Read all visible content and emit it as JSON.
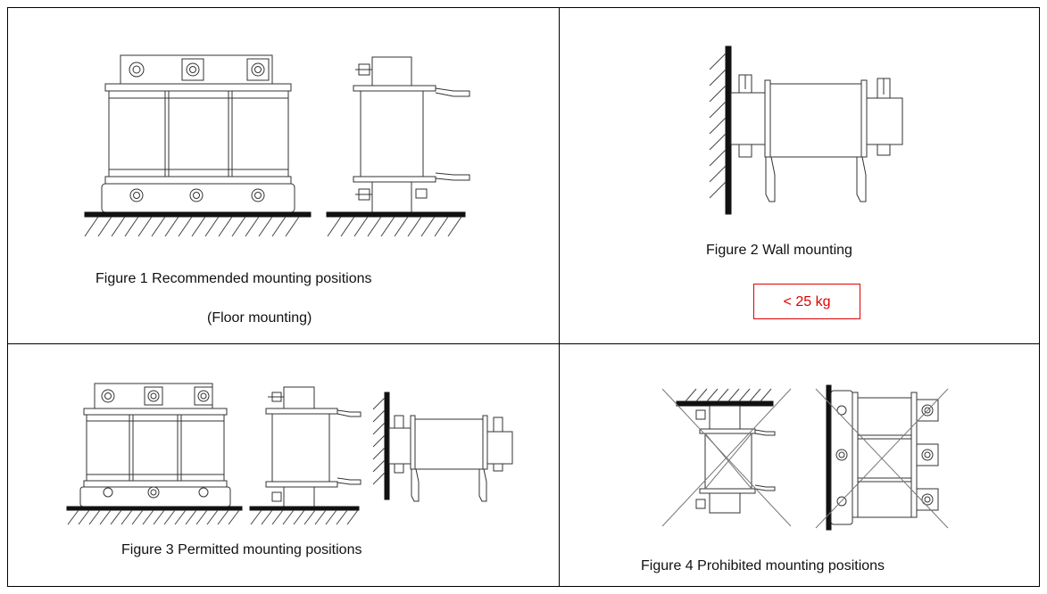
{
  "figures": [
    {
      "caption": "Figure 1 Recommended mounting positions",
      "caption2": "(Floor mounting)"
    },
    {
      "caption": "Figure 2 Wall mounting",
      "weight_limit": "< 25 kg"
    },
    {
      "caption": "Figure 3 Permitted mounting positions"
    },
    {
      "caption": "Figure 4 Prohibited mounting positions"
    }
  ],
  "colors": {
    "border": "#000000",
    "drawing": "#333333",
    "warning": "#e00000"
  }
}
